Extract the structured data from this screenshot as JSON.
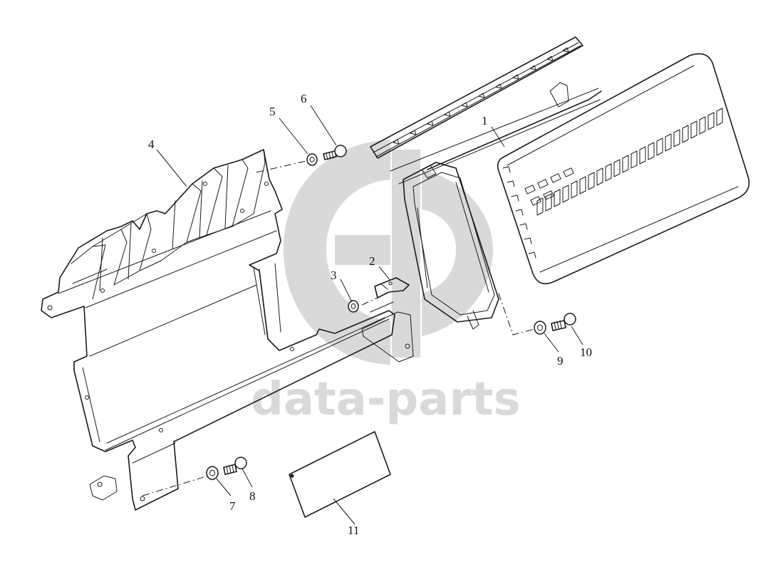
{
  "watermark": {
    "text": "data-parts",
    "color": "#d9d9d9"
  },
  "callouts": [
    {
      "id": "c1",
      "label": "1"
    },
    {
      "id": "c2",
      "label": "2"
    },
    {
      "id": "c3",
      "label": "3"
    },
    {
      "id": "c4",
      "label": "4"
    },
    {
      "id": "c5",
      "label": "5"
    },
    {
      "id": "c6",
      "label": "6"
    },
    {
      "id": "c7",
      "label": "7"
    },
    {
      "id": "c8",
      "label": "8"
    },
    {
      "id": "c9",
      "label": "9"
    },
    {
      "id": "c10",
      "label": "10"
    },
    {
      "id": "c11",
      "label": "11"
    }
  ],
  "colors": {
    "line": "#1a1a1a",
    "background": "#ffffff",
    "watermark": "#d9d9d9"
  }
}
